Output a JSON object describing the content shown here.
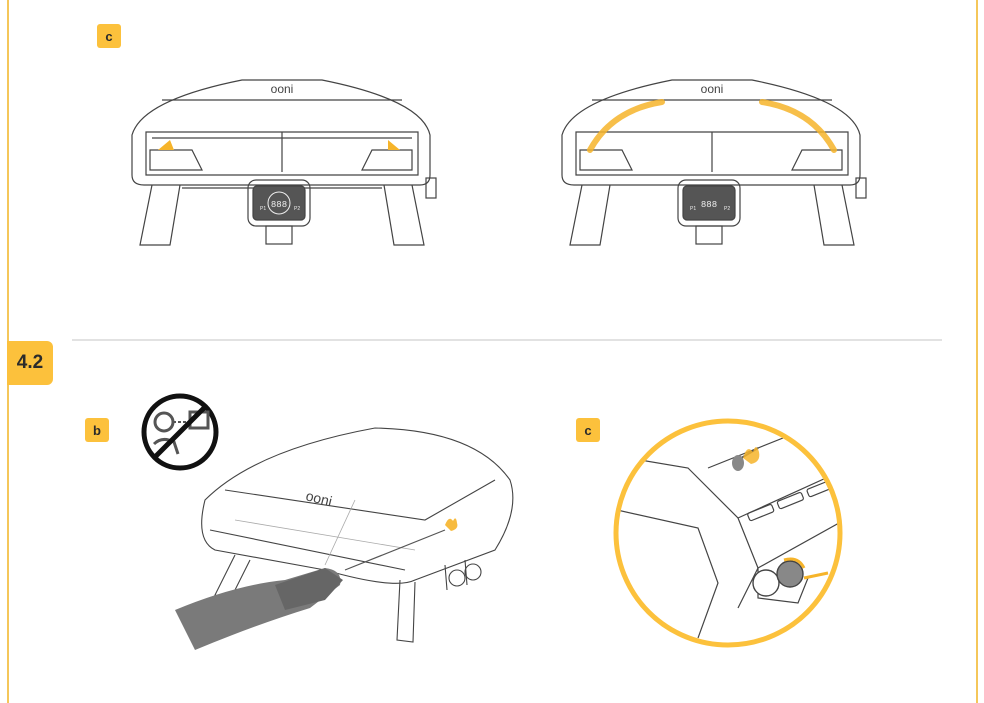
{
  "section": {
    "number": "4.2"
  },
  "top_row": {
    "step_label": "c",
    "illustrations": [
      {
        "name": "oven-front-arrows-up",
        "brand": "ooni",
        "display": "888",
        "p1": "P1",
        "p2": "P2"
      },
      {
        "name": "oven-front-arrows-arc",
        "brand": "ooni",
        "display": "888",
        "p1": "P1",
        "p2": "P2"
      }
    ]
  },
  "bottom_row": {
    "steps": [
      {
        "label": "b",
        "illustration": "hand-lighting-oven-with-match",
        "brand": "ooni",
        "warning_icon": "no-looking-into-oven-icon"
      },
      {
        "label": "c",
        "illustration": "zoomed-burner-ignition-knob"
      }
    ]
  },
  "colors": {
    "accent": "#fcc13c",
    "border": "#f5c75a",
    "line": "#444444",
    "divider": "#e2e2e2",
    "arrow": "#f6b42a"
  }
}
